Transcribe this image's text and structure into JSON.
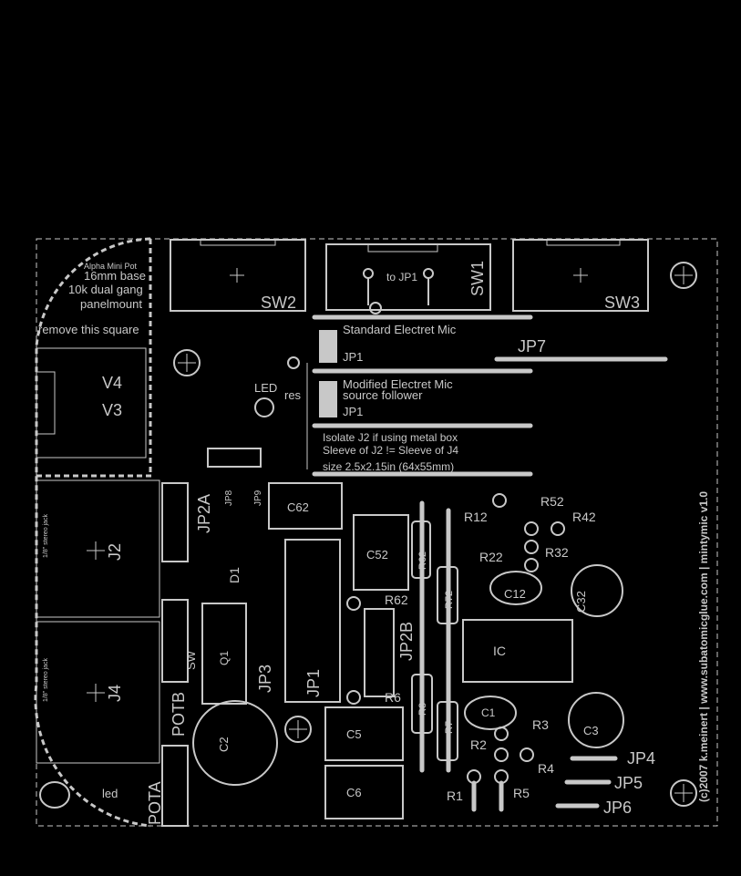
{
  "board": {
    "header_labels": [
      "Alpha Mini Pot",
      "16mm base",
      "10k dual gang",
      "panelmount"
    ],
    "remove_note": "remove this square",
    "switch_labels": {
      "sw2": "SW2",
      "sw1": "SW1",
      "sw3": "SW3",
      "sw1_note": "to JP1"
    },
    "mic_notes": {
      "standard": "Standard Electret Mic",
      "modified_1": "Modified Electret Mic",
      "modified_2": "source follower",
      "jp1": "JP1",
      "isolate": "Isolate J2 if using metal box",
      "sleeve": "Sleeve of J2 != Sleeve of J4",
      "size": "size 2.5x2.15in (64x55mm)"
    },
    "labels": {
      "v4": "V4",
      "v3": "V3",
      "led": "LED",
      "res": "res",
      "jp7": "JP7",
      "j2": "J2",
      "j4": "J4",
      "jp2a": "JP2A",
      "jp8": "JP8",
      "jp9": "JP9",
      "c62": "C62",
      "c52": "C52",
      "r62_v": "R62",
      "r72": "R72",
      "r12": "R12",
      "r52": "R52",
      "r42": "R42",
      "r22": "R22",
      "r32": "R32",
      "c12": "C12",
      "c32": "C32",
      "d1": "D1",
      "q1": "Q1",
      "sw": "SW",
      "jp3": "JP3",
      "jp1": "JP1",
      "jp2b": "JP2B",
      "r62": "R62",
      "r6": "R6",
      "ic": "IC",
      "c2": "C2",
      "c5": "C5",
      "c6": "C6",
      "r8": "R8",
      "r7": "R7",
      "c1": "C1",
      "r3": "R3",
      "c3": "C3",
      "r2": "R2",
      "r4": "R4",
      "r1": "R1",
      "r5": "R5",
      "jp4": "JP4",
      "jp5": "JP5",
      "jp6": "JP6",
      "potb": "POTB",
      "pota": "POTA",
      "led_small": "led",
      "jack_j2": "1/8\" stereo jack",
      "jack_j4": "1/8\" stereo jack"
    },
    "credits": "(c)2007 k.meinert | www.subatomicglue.com | mintymic v1.0"
  },
  "icons": [
    "mounting-hole-icon",
    "crosshair-icon",
    "pad-icon"
  ]
}
